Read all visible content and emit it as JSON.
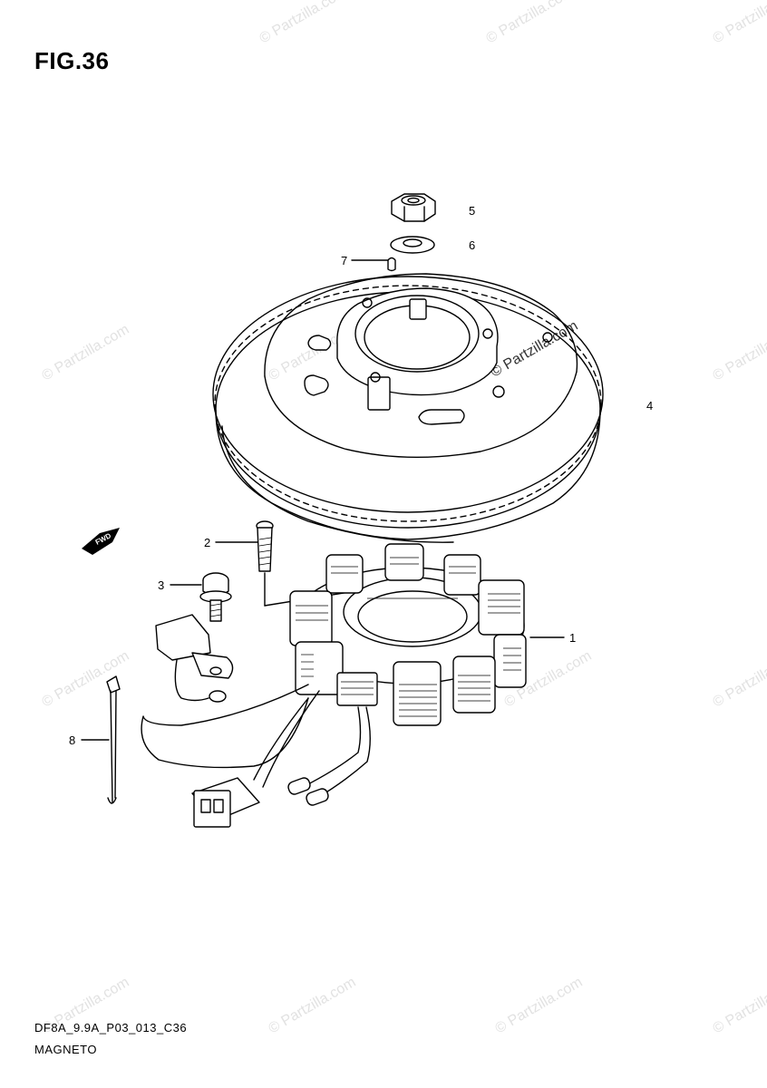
{
  "figure": {
    "title": "FIG.36"
  },
  "callouts": [
    "1",
    "2",
    "3",
    "4",
    "5",
    "6",
    "7",
    "8"
  ],
  "arrow_label": "FWD",
  "watermark": "© Partzilla.com",
  "footer": {
    "code": "DF8A_9.9A_P03_013_C36",
    "name": "MAGNETO"
  }
}
